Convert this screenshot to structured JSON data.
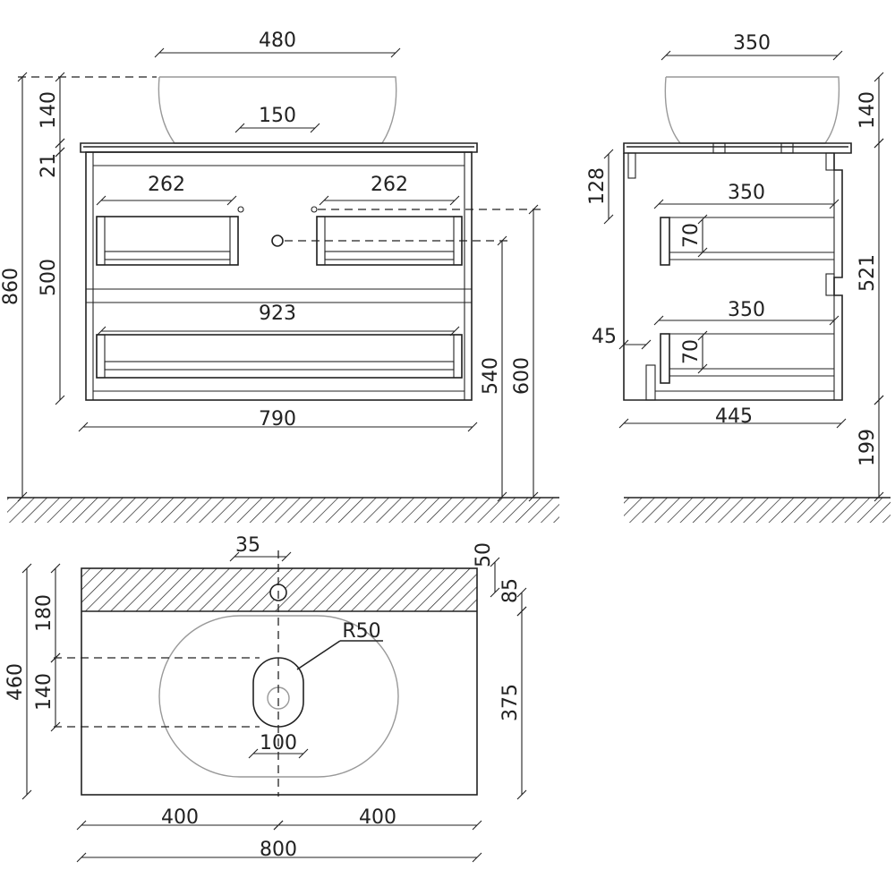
{
  "front_view": {
    "basin_width": "480",
    "drain_offset": "150",
    "total_height": "860",
    "basin_height": "140",
    "top_thickness": "21",
    "cabinet_height": "500",
    "handle_left": "262",
    "handle_right": "262",
    "handle_bottom": "923",
    "cabinet_width": "790",
    "outlet_height_low": "540",
    "outlet_height_high": "600"
  },
  "side_view": {
    "basin_depth": "350",
    "basin_height": "140",
    "body_height": "521",
    "wall_clearance": "199",
    "top_drawer_offset": "128",
    "drawer_top_depth": "350",
    "drawer_bottom_depth": "350",
    "drawer_top_height": "70",
    "drawer_bottom_height": "70",
    "back_offset": "45",
    "cabinet_depth": "445"
  },
  "plan_view": {
    "tap_offset": "35",
    "edge_50": "50",
    "edge_85": "85",
    "depth_total": "460",
    "drain_from_back": "180",
    "drain_slot": "140",
    "basin_depth": "375",
    "drain_radius": "R50",
    "drain_width": "100",
    "half_left": "400",
    "half_right": "400",
    "total_width": "800"
  }
}
